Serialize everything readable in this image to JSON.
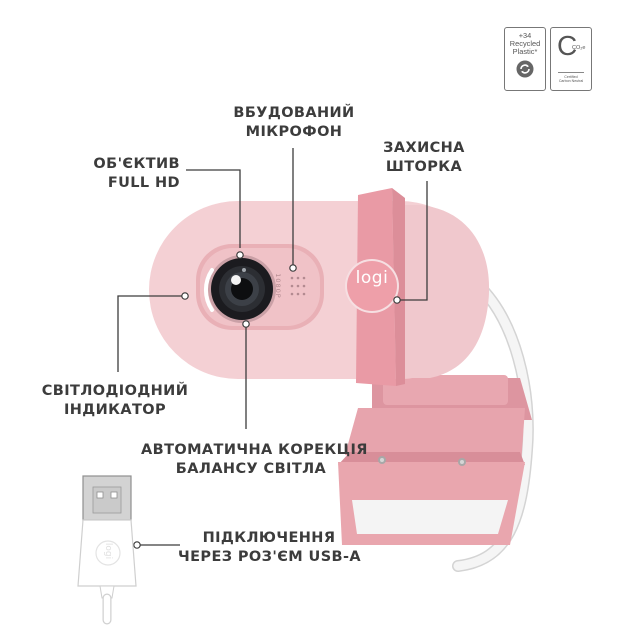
{
  "badges": {
    "recycled": {
      "line1": "+34",
      "line2": "Recycled",
      "line3": "Plastic*",
      "icon": "recycle-icon"
    },
    "carbon": {
      "letter": "C",
      "sub": "CO₂e",
      "line1": "Certified",
      "line2": "Carbon Neutral"
    }
  },
  "callouts": {
    "microphone": {
      "line1": "ВБУДОВАНИЙ",
      "line2": "МІКРОФОН"
    },
    "lens": {
      "line1": "ОБ'ЄКТИВ",
      "line2": "FULL HD"
    },
    "shutter": {
      "line1": "ЗАХИСНА",
      "line2": "ШТОРКА"
    },
    "led": {
      "line1": "СВІТЛОДІОДНИЙ",
      "line2": "ІНДИКАТОР"
    },
    "white_balance": {
      "line1": "АВТОМАТИЧНА КОРЕКЦІЯ",
      "line2": "БАЛАНСУ СВІТЛА"
    },
    "usb": {
      "line1": "ПІДКЛЮЧЕННЯ",
      "line2": "ЧЕРЕЗ РОЗ'ЄМ USB-A"
    }
  },
  "product": {
    "brand_logo": "logi",
    "mic_text": "1080P",
    "colors": {
      "body": "#f3cfd3",
      "shutter": "#ea9ea8",
      "base": "#e9a5ad",
      "cable": "#f3f3f3",
      "label_text": "#3c3c3c"
    }
  }
}
